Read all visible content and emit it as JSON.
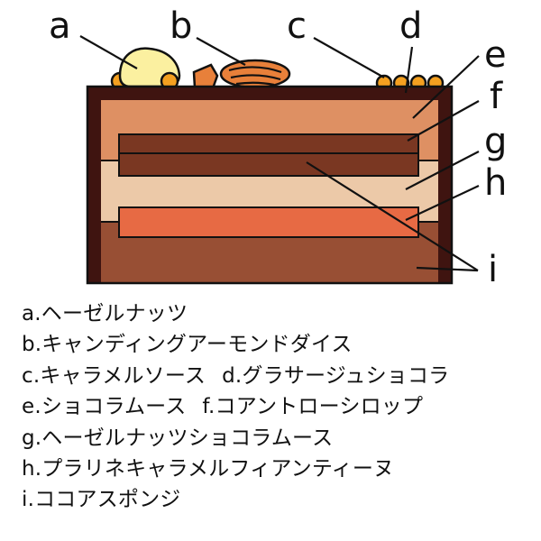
{
  "diagram": {
    "labels": {
      "a": "a",
      "b": "b",
      "c": "c",
      "d": "d",
      "e": "e",
      "f": "f",
      "g": "g",
      "h": "h",
      "i": "i"
    },
    "colors": {
      "frame": "#3f1410",
      "mousse": "#de9063",
      "syrup_layer": "#7a3722",
      "hazelnut_mousse": "#ecc9a8",
      "feuilletine": "#e76a44",
      "sponge": "#984f34",
      "ice_cream": "#fbf0a0",
      "nut": "#f4a020",
      "almond": "#e8803a",
      "outline": "#111111"
    }
  },
  "legend": {
    "a": "a.ヘーゼルナッツ",
    "b": "b.キャンディングアーモンドダイス",
    "c": "c.キャラメルソース",
    "d": "d.グラサージュショコラ",
    "e": "e.ショコラムース",
    "f": "f.コアントローシロップ",
    "g": "g.ヘーゼルナッツショコラムース",
    "h": "h.プラリネキャラメルフィアンティーヌ",
    "i": "i.ココアスポンジ"
  }
}
